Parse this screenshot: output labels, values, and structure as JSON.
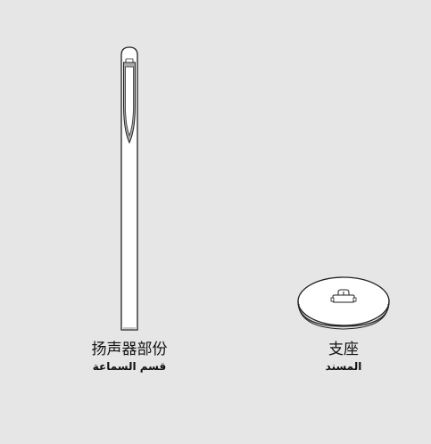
{
  "parts": {
    "speaker": {
      "label_zh": "扬声器部份",
      "label_ar": "قسم السماعة"
    },
    "stand": {
      "label_zh": "支座",
      "label_ar": "المسند"
    }
  },
  "colors": {
    "background": "#e6e6e6",
    "outline": "#222222",
    "fill": "#ffffff",
    "grille": "#a9a9a9"
  }
}
